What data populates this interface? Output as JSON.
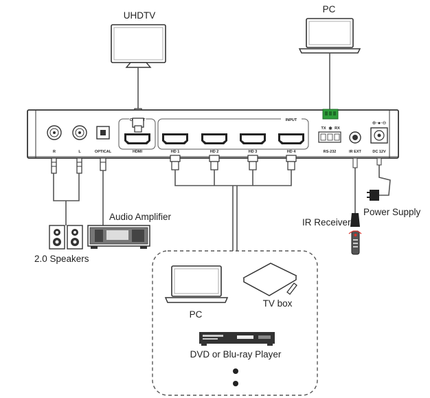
{
  "labels": {
    "uhdtv": "UHDTV",
    "pc_top": "PC",
    "audio_amplifier": "Audio Amplifier",
    "speakers": "2.0 Speakers",
    "ir_receiver": "IR Receiver",
    "power_supply": "Power Supply",
    "pc_bottom": "PC",
    "tv_box": "TV box",
    "dvd_player": "DVD or Blu-ray Player"
  },
  "panel": {
    "r": "R",
    "l": "L",
    "optical": "OPTICAL",
    "hdmi": "HDMI",
    "output": "OUTPUT",
    "input": "INPUT",
    "hd1": "HD 1",
    "hd2": "HD 2",
    "hd3": "HD 3",
    "hd4": "HD 4",
    "tx": "TX",
    "rx": "RX",
    "rs232": "RS-232",
    "ir_ext": "IR EXT",
    "dc12v": "DC 12V"
  },
  "colors": {
    "connector_green": "#2e9e3a",
    "ir_red": "#d9332b",
    "panel_stroke": "#333333"
  }
}
